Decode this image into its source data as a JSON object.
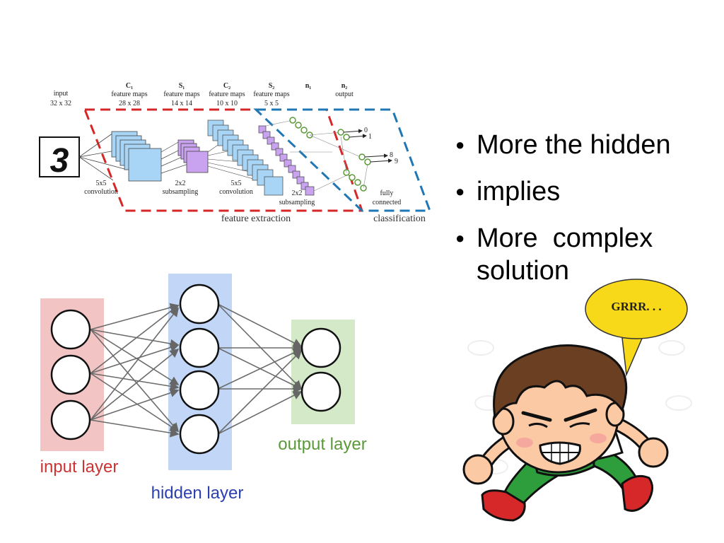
{
  "cnn": {
    "stage_labels": [
      {
        "id": "input",
        "line1": "input",
        "line2": "32 x 32"
      },
      {
        "id": "c1",
        "head": "C₁",
        "line1": "feature maps",
        "line2": "28 x 28"
      },
      {
        "id": "s1",
        "head": "S₁",
        "line1": "feature maps",
        "line2": "14 x 14"
      },
      {
        "id": "c2",
        "head": "C₂",
        "line1": "feature maps",
        "line2": "10 x 10"
      },
      {
        "id": "s2",
        "head": "S₂",
        "line1": "feature maps",
        "line2": "5 x 5"
      },
      {
        "id": "n1",
        "head": "n₁",
        "line1": "",
        "line2": ""
      },
      {
        "id": "n2",
        "head": "n₂",
        "line1": "output",
        "line2": ""
      }
    ],
    "digit": "3",
    "op_labels": [
      {
        "id": "conv1",
        "line1": "5x5",
        "line2": "convolution"
      },
      {
        "id": "sub1",
        "line1": "2x2",
        "line2": "subsampling"
      },
      {
        "id": "conv2",
        "line1": "5x5",
        "line2": "convolution"
      },
      {
        "id": "sub2",
        "line1": "2x2",
        "line2": "subsampling"
      },
      {
        "id": "fc",
        "line1": "fully",
        "line2": "connected"
      }
    ],
    "outputs": [
      "0",
      "1",
      "8",
      "9"
    ],
    "region_labels": {
      "feature_extraction": "feature extraction",
      "classification": "classification"
    },
    "colors": {
      "feature_extraction": "#d62728",
      "classification": "#1f77b4",
      "conv_maps": "#a8d4f5",
      "sub_maps": "#c9a3f0",
      "neuron": "#7fb77f"
    }
  },
  "nn": {
    "layers": {
      "input": "input layer",
      "hidden": "hidden layer",
      "output": "output layer"
    },
    "colors": {
      "input": "#f2c4c4",
      "hidden": "#c2d7f7",
      "output": "#d3e9c8",
      "input_text": "#cc3333",
      "hidden_text": "#2b3fb0",
      "output_text": "#5a9a3a"
    }
  },
  "bullets": [
    {
      "text": "More the hidden"
    },
    {
      "text": "implies"
    },
    {
      "text": "More  complex\nsolution"
    }
  ],
  "bubble": {
    "text": "GRRR. . .",
    "color": "#f7d91a"
  },
  "cartoon": {
    "name": "angry-boy-illustration"
  }
}
